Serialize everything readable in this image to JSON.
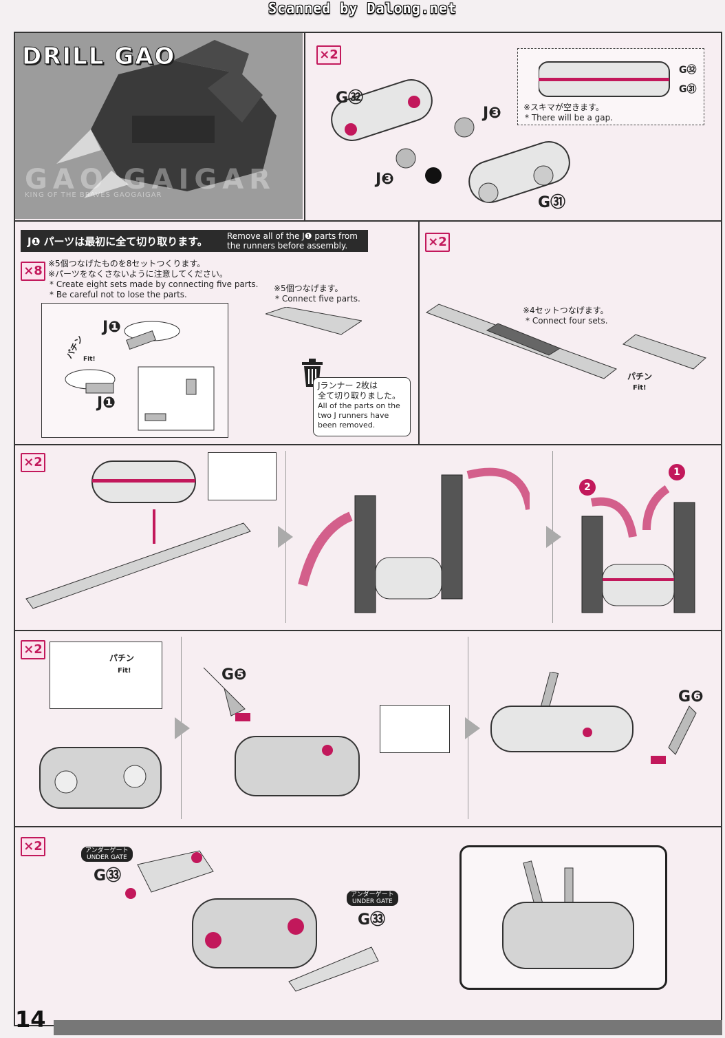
{
  "scan_header": "Scanned by Dalong.net",
  "page_number": "14",
  "hero": {
    "title": "DRILL GAO",
    "watermark_main": "GAO GAIGAR",
    "watermark_sub": "KING OF THE BRAVES GAOGAIGAR"
  },
  "step1": {
    "multiplier": "×2",
    "part_g32": "G㉜",
    "part_j3_a": "J❸",
    "part_j3_b": "J❸",
    "part_g31": "G㉛",
    "note_part_g32": "G㉜",
    "note_part_g31": "G㉛",
    "note_jp": "※スキマが空きます。",
    "note_en": "* There will be a gap."
  },
  "banner": {
    "jp": "J❶ パーツは最初に全て切り取ります。",
    "en_line1": "Remove all of the J❶ parts from",
    "en_line2": "the runners before assembly."
  },
  "step2": {
    "multiplier": "×8",
    "jp_line1": "※5個つなげたものを8セットつくります。",
    "jp_line2": "※パーツをなくさないように注意してください。",
    "en_line1": "* Create eight sets made by connecting five parts.",
    "en_line2": "* Be careful not to lose the parts.",
    "part_j1_a": "J❶",
    "part_j1_b": "J❶",
    "fit_jp": "パチン",
    "fit_en": "Fit!",
    "connect_jp": "※5個つなげます。",
    "connect_en": "* Connect five parts.",
    "runner_jp_line1": "Jランナー 2枚は",
    "runner_jp_line2": "全て切り取りました。",
    "runner_en_line1": "All of the parts on the",
    "runner_en_line2": "two J runners have",
    "runner_en_line3": "been removed."
  },
  "step3": {
    "multiplier": "×2",
    "jp": "※4セットつなげます。",
    "en": "* Connect four sets.",
    "fit_jp": "パチン",
    "fit_en": "Fit!"
  },
  "step4": {
    "multiplier": "×2",
    "num1": "1",
    "num2": "2"
  },
  "step5": {
    "multiplier": "×2",
    "fit_jp": "パチン",
    "fit_en": "Fit!",
    "part_g5": "G❺",
    "part_g6": "G❻"
  },
  "step6": {
    "multiplier": "×2",
    "badge_jp_a": "アンダーゲート",
    "badge_en_a": "UNDER GATE",
    "part_g33_a": "G㉝",
    "badge_jp_b": "アンダーゲート",
    "badge_en_b": "UNDER GATE",
    "part_g33_b": "G㉝"
  },
  "colors": {
    "accent": "#c2185b",
    "frame": "#333333",
    "hero_bg": "#9c9c9c"
  }
}
